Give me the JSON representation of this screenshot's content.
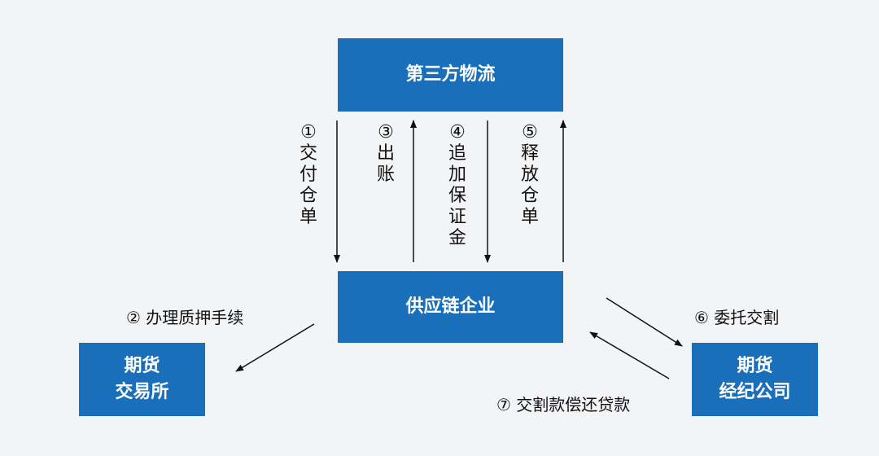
{
  "nodes": {
    "logistics": "第三方物流",
    "enterprise": "供应链企业",
    "exchange_line1": "期货",
    "exchange_line2": "交易所",
    "broker_line1": "期货",
    "broker_line2": "经纪公司"
  },
  "edges": {
    "e1_num": "①",
    "e1_text": "交付仓单",
    "e3_num": "③",
    "e3_text": "出账",
    "e4_num": "④",
    "e4_text": "追加保证金",
    "e5_num": "⑤",
    "e5_text": "释放仓单",
    "e2": "② 办理质押手续",
    "e6": "⑥ 委托交割",
    "e7": "⑦ 交割款偿还贷款"
  },
  "colors": {
    "box": "#1a6fbb",
    "arrow": "#111111"
  }
}
